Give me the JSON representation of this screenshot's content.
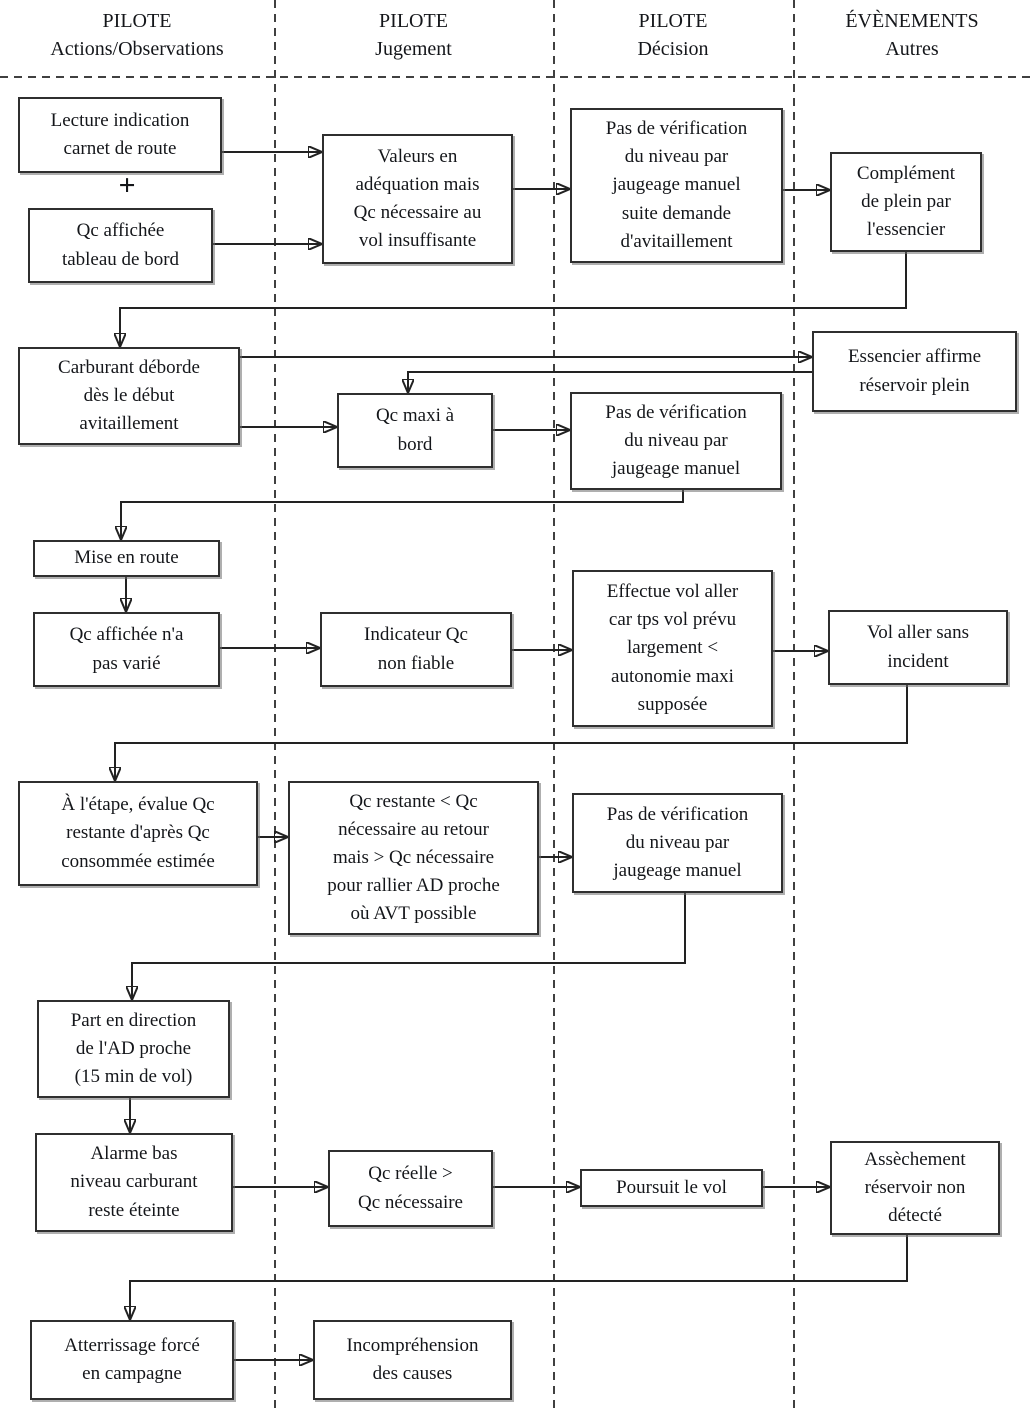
{
  "diagram": {
    "type": "flowchart",
    "columns": [
      {
        "line1": "PILOTE",
        "line2": "Actions/Observations"
      },
      {
        "line1": "PILOTE",
        "line2": "Jugement"
      },
      {
        "line1": "PILOTE",
        "line2": "Décision"
      },
      {
        "line1": "ÉVÈNEMENTS",
        "line2": "Autres"
      }
    ],
    "plus_label": "+",
    "nodes": {
      "lecture_indication": {
        "label": "Lecture indication\ncarnet de route",
        "column": "PILOTE Actions/Observations"
      },
      "qc_affichee_tableau": {
        "label": "Qc affichée\ntableau de bord",
        "column": "PILOTE Actions/Observations"
      },
      "valeurs_adequation": {
        "label": "Valeurs en\nadéquation mais\nQc nécessaire au\nvol insuffisante",
        "column": "PILOTE Jugement"
      },
      "pas_verification_1": {
        "label": "Pas de vérification\ndu niveau par\njaugeage manuel\nsuite demande\nd'avitaillement",
        "column": "PILOTE Décision"
      },
      "complement_plein": {
        "label": "Complément\nde plein par\nl'essencier",
        "column": "ÉVÈNEMENTS Autres"
      },
      "carburant_deborde": {
        "label": "Carburant déborde\ndès le début\navitaillement",
        "column": "PILOTE Actions/Observations"
      },
      "qc_maxi_bord": {
        "label": "Qc maxi à\nbord",
        "column": "PILOTE Jugement"
      },
      "pas_verification_2": {
        "label": "Pas de vérification\ndu niveau par\njaugeage manuel",
        "column": "PILOTE Décision"
      },
      "essencier_affirme": {
        "label": "Essencier affirme\nréservoir plein",
        "column": "ÉVÈNEMENTS Autres"
      },
      "mise_en_route": {
        "label": "Mise en route",
        "column": "PILOTE Actions/Observations"
      },
      "qc_affichee_na_pas_varie": {
        "label": "Qc affichée n'a\npas varié",
        "column": "PILOTE Actions/Observations"
      },
      "indicateur_qc_non_fiable": {
        "label": "Indicateur Qc\nnon fiable",
        "column": "PILOTE Jugement"
      },
      "effectue_vol_aller": {
        "label": "Effectue vol aller\ncar tps vol prévu\nlargement <\nautonomie maxi\nsupposée",
        "column": "PILOTE Décision"
      },
      "vol_aller_sans_incident": {
        "label": "Vol aller sans\nincident",
        "column": "ÉVÈNEMENTS Autres"
      },
      "a_letape_evalue": {
        "label": "À l'étape, évalue Qc\nrestante d'après Qc\nconsommée estimée",
        "column": "PILOTE Actions/Observations"
      },
      "qc_restante": {
        "label": "Qc restante < Qc\nnécessaire au retour\nmais > Qc nécessaire\npour rallier AD proche\noù AVT possible",
        "column": "PILOTE Jugement"
      },
      "pas_verification_3": {
        "label": "Pas de vérification\ndu niveau par\njaugeage manuel",
        "column": "PILOTE Décision"
      },
      "part_en_direction": {
        "label": "Part en direction\nde l'AD proche\n(15 min de vol)",
        "column": "PILOTE Actions/Observations"
      },
      "alarme_bas_niveau": {
        "label": "Alarme bas\nniveau carburant\nreste éteinte",
        "column": "PILOTE Actions/Observations"
      },
      "qc_reelle": {
        "label": "Qc réelle >\nQc nécessaire",
        "column": "PILOTE Jugement"
      },
      "poursuit_le_vol": {
        "label": "Poursuit le vol",
        "column": "PILOTE Décision"
      },
      "assechement_reservoir": {
        "label": "Assèchement\nréservoir non\ndétecté",
        "column": "ÉVÈNEMENTS Autres"
      },
      "atterrissage_force": {
        "label": "Atterrissage forcé\nen campagne",
        "column": "PILOTE Actions/Observations"
      },
      "incomprehension_causes": {
        "label": "Incompréhension\ndes causes",
        "column": "PILOTE Jugement"
      }
    },
    "edges": [
      {
        "from": "lecture_indication",
        "to": "valeurs_adequation"
      },
      {
        "from": "qc_affichee_tableau",
        "to": "valeurs_adequation"
      },
      {
        "from": "valeurs_adequation",
        "to": "pas_verification_1"
      },
      {
        "from": "pas_verification_1",
        "to": "complement_plein"
      },
      {
        "from": "complement_plein",
        "to": "carburant_deborde"
      },
      {
        "from": "carburant_deborde",
        "to": "essencier_affirme"
      },
      {
        "from": "essencier_affirme",
        "to": "qc_maxi_bord"
      },
      {
        "from": "carburant_deborde",
        "to": "qc_maxi_bord"
      },
      {
        "from": "qc_maxi_bord",
        "to": "pas_verification_2"
      },
      {
        "from": "pas_verification_2",
        "to": "mise_en_route"
      },
      {
        "from": "mise_en_route",
        "to": "qc_affichee_na_pas_varie"
      },
      {
        "from": "qc_affichee_na_pas_varie",
        "to": "indicateur_qc_non_fiable"
      },
      {
        "from": "indicateur_qc_non_fiable",
        "to": "effectue_vol_aller"
      },
      {
        "from": "effectue_vol_aller",
        "to": "vol_aller_sans_incident"
      },
      {
        "from": "vol_aller_sans_incident",
        "to": "a_letape_evalue"
      },
      {
        "from": "a_letape_evalue",
        "to": "qc_restante"
      },
      {
        "from": "qc_restante",
        "to": "pas_verification_3"
      },
      {
        "from": "pas_verification_3",
        "to": "part_en_direction"
      },
      {
        "from": "part_en_direction",
        "to": "alarme_bas_niveau"
      },
      {
        "from": "alarme_bas_niveau",
        "to": "qc_reelle"
      },
      {
        "from": "qc_reelle",
        "to": "poursuit_le_vol"
      },
      {
        "from": "poursuit_le_vol",
        "to": "assechement_reservoir"
      },
      {
        "from": "assechement_reservoir",
        "to": "atterrissage_force"
      },
      {
        "from": "atterrissage_force",
        "to": "incomprehension_causes"
      }
    ],
    "colors": {
      "background": "#ffffff",
      "box_border": "#2f2f2f",
      "line": "#222222",
      "divider": "#404040",
      "text": "#14161a"
    }
  }
}
